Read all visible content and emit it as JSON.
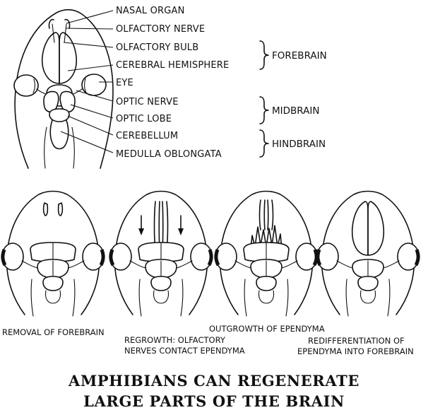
{
  "labels": {
    "nasal_organ": "NASAL ORGAN",
    "olfactory_nerve": "OLFACTORY NERVE",
    "olfactory_bulb": "OLFACTORY BULB",
    "cerebral_hemisphere": "CEREBRAL HEMISPHERE",
    "eye": "EYE",
    "optic_nerve": "OPTIC NERVE",
    "optic_lobe": "OPTIC LOBE",
    "cerebellum": "CEREBELLUM",
    "medulla_oblongata": "MEDULLA OBLONGATA"
  },
  "groups": {
    "forebrain": "FOREBRAIN",
    "midbrain": "MIDBRAIN",
    "hindbrain": "HINDBRAIN"
  },
  "captions": {
    "stage1": "REMOVAL OF FOREBRAIN",
    "stage2_line1": "REGROWTH: OLFACTORY",
    "stage2_line2": "NERVES CONTACT EPENDYMA",
    "stage3": "OUTGROWTH OF EPENDYMA",
    "stage4_line1": "REDIFFERENTIATION OF",
    "stage4_line2": "EPENDYMA INTO FOREBRAIN"
  },
  "title": {
    "line1": "AMPHIBIANS CAN REGENERATE",
    "line2": "LARGE PARTS OF THE BRAIN"
  }
}
